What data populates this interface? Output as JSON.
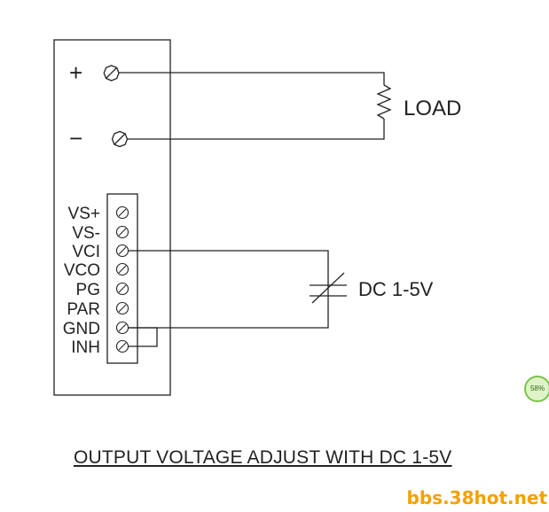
{
  "terminals": {
    "plus": "+",
    "minus": "−"
  },
  "load_label": "LOAD",
  "dc_label": "DC 1-5V",
  "pins": [
    "VS+",
    "VS-",
    "VCI",
    "VCO",
    "PG",
    "PAR",
    "GND",
    "INH"
  ],
  "caption": "OUTPUT VOLTAGE ADJUST WITH DC 1-5V",
  "watermark": "bbs.38hot.net",
  "badge": "58%",
  "colors": {
    "line": "#222222",
    "watermark": "#f3a100",
    "badge_border": "#7cc24a"
  }
}
